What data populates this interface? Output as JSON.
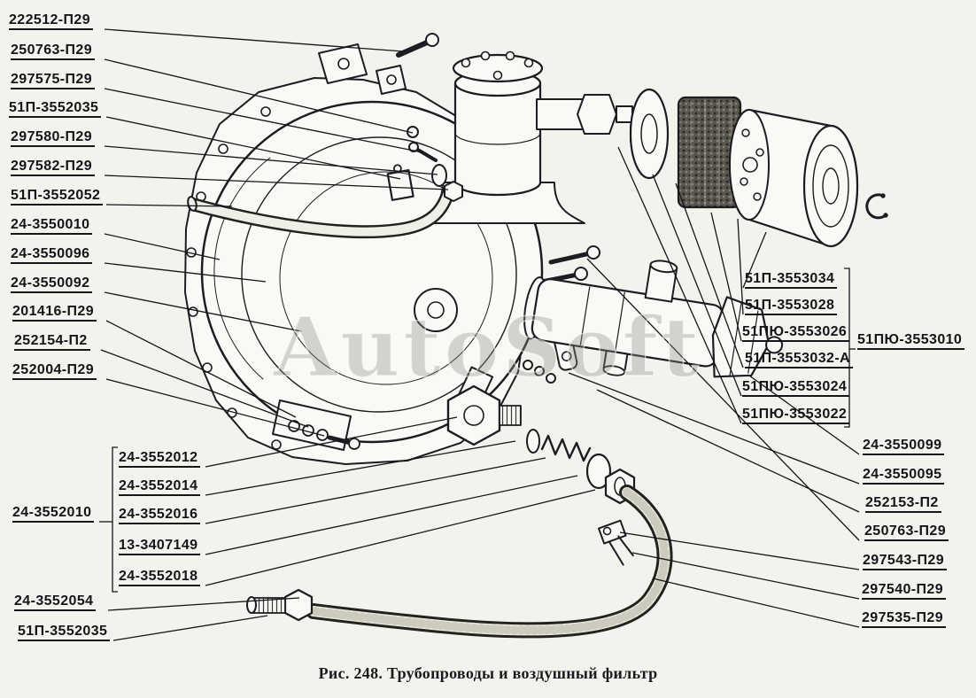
{
  "figure": {
    "caption": "Рис. 248. Трубопроводы и воздушный фильтр",
    "watermark": "AutoSoft"
  },
  "colors": {
    "ink": "#1c1c22",
    "paper": "#f3f3ee"
  },
  "labels": {
    "left": [
      "222512-П29",
      "250763-П29",
      "297575-П29",
      "51П-3552035",
      "297580-П29",
      "297582-П29",
      "51П-3552052",
      "24-3550010",
      "24-3550096",
      "24-3550092",
      "201416-П29",
      "252154-П2",
      "252004-П29"
    ],
    "left_group": [
      "24-3552012",
      "24-3552014",
      "24-3552016",
      "13-3407149",
      "24-3552018"
    ],
    "left_group_pointer": "24-3552010",
    "bottom_left": [
      "24-3552054",
      "51П-3552035"
    ],
    "right_group": [
      "51П-3553034",
      "51П-3553028",
      "51ПЮ-3553026",
      "51П-3553032-А",
      "51ПЮ-3553024",
      "51ПЮ-3553022"
    ],
    "right_group_assembly": "51ПЮ-3553010",
    "right": [
      "24-3550099",
      "24-3550095",
      "252153-П2",
      "250763-П29",
      "297543-П29",
      "297540-П29",
      "297535-П29"
    ]
  }
}
